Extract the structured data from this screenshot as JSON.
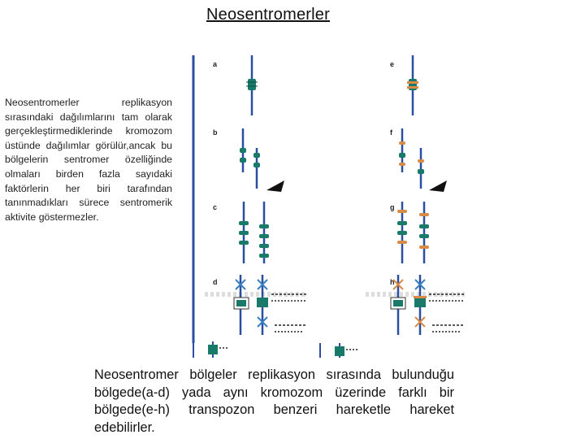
{
  "slide": {
    "title": "Neosentromerler",
    "left_paragraph": "Neosentromerler replikasyon sırasındaki dağılımlarını tam olarak gerçekleştirmediklerinde kromozom üstünde dağılımlar görülür,ancak bu bölgelerin sentromer özelliğinde olmaları birden fazla sayıdaki faktörlerin her biri tarafından tanınmadıkları sürece sentromerik aktivite göstermezler.",
    "caption": "Neosentromer bölgeler replikasyon sırasında bulunduğu bölgede(a-d) yada aynı kromozom üzerinde farklı bir bölgede(e-h) transpozon benzeri hareketle hareket edebilirler."
  },
  "figure": {
    "panel_labels": [
      "a",
      "b",
      "c",
      "d",
      "e",
      "f",
      "g",
      "h"
    ],
    "colors": {
      "chromosome": "#2b4fa0",
      "neocentromere": "#1a7a6a",
      "transposed_marker": "#d98a45",
      "cross": "#3a7fbf"
    }
  }
}
